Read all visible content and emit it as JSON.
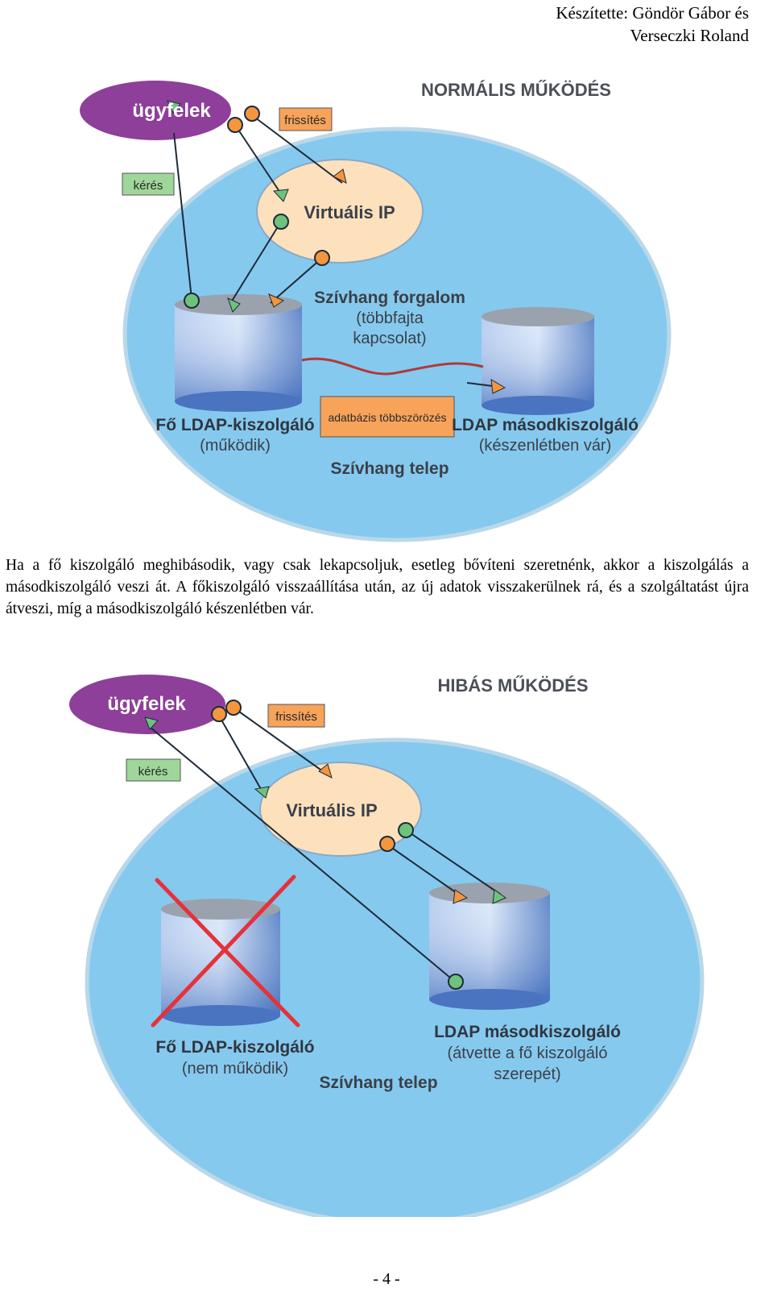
{
  "header": {
    "author_line1": "Készítette: Göndör Gábor és",
    "author_line2": "Verseczki Roland"
  },
  "diagram1": {
    "title": "NORMÁLIS MŰKÖDÉS",
    "clients": "ügyfelek",
    "refresh": "frissítés",
    "request": "kérés",
    "virtual_ip": "Virtuális IP",
    "heartbeat_1": "Szívhang forgalom",
    "heartbeat_2": "(többfajta",
    "heartbeat_3": "kapcsolat)",
    "primary_name": "Fő LDAP-kiszolgáló",
    "primary_status": "(működik)",
    "replication": "adatbázis többszörözés",
    "secondary_name": "LDAP másodkiszolgáló",
    "secondary_status": "(készenlétben vár)",
    "cluster": "Szívhang telep"
  },
  "paragraph": "Ha a fő kiszolgáló meghibásodik, vagy csak lekapcsoljuk, esetleg bővíteni szeretnénk, akkor a kiszolgálás a másodkiszolgáló veszi át. A főkiszolgáló visszaállítása után, az új adatok visszakerülnek rá, és a szolgáltatást újra átveszi, míg a másodkiszolgáló készenlétben vár.",
  "diagram2": {
    "title": "HIBÁS MŰKÖDÉS",
    "clients": "ügyfelek",
    "refresh": "frissítés",
    "request": "kérés",
    "virtual_ip": "Virtuális IP",
    "primary_name": "Fő LDAP-kiszolgáló",
    "primary_status": "(nem működik)",
    "cluster": "Szívhang telep",
    "secondary_name": "LDAP másodkiszolgáló",
    "secondary_status_1": "(átvette a fő kiszolgáló",
    "secondary_status_2": "szerepét)"
  },
  "footer": {
    "page_number": "- 4 -"
  },
  "colors": {
    "cluster_fill": "#86c9ee",
    "clients_fill": "#8e3f99",
    "vip_fill": "#fde1bd",
    "orange_label": "#f7a35a",
    "green_label": "#9fd69a",
    "heartbeat_line": "#b03a3a",
    "failure_cross": "#e5323a"
  }
}
